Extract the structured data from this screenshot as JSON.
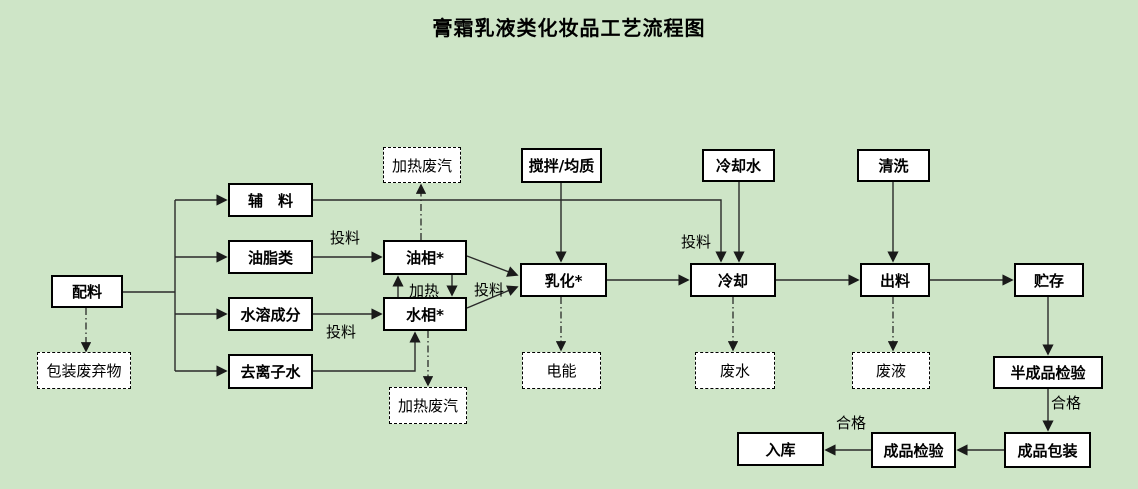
{
  "title": "膏霜乳液类化妆品工艺流程图",
  "colors": {
    "background": "#cee5c7",
    "box_fill": "#ffffff",
    "box_border": "#000000",
    "connector": "#2a2a2a"
  },
  "nodes": {
    "peiliao": "配料",
    "baozhuang_feiqiwu": "包装废弃物",
    "fuliao": "辅　料",
    "youzhilei": "油脂类",
    "shuirong_chengfen": "水溶成分",
    "qulizi_shui": "去离子水",
    "jiare_feiqi_top": "加热废汽",
    "jiaoban_junzhi": "搅拌/均质",
    "youxiang": "油相*",
    "shuixiang": "水相*",
    "ruhua": "乳化*",
    "dianneng": "电能",
    "jiare_feiqi_bottom": "加热废汽",
    "lengqueshui": "冷却水",
    "qingxi": "清洗",
    "lengque": "冷却",
    "chuliao": "出料",
    "feishui": "废水",
    "feiye": "废液",
    "zhucun": "贮存",
    "banchengpin_jianyan": "半成品检验",
    "chengpin_baozhuang": "成品包装",
    "chengpin_jianyan": "成品检验",
    "ruku": "入库"
  },
  "edge_labels": {
    "touliao_youzhilei": "投料",
    "touliao_shuirong": "投料",
    "jiare": "加热",
    "touliao_ruhua": "投料",
    "touliao_lengque": "投料",
    "hege_banchengpin": "合格",
    "hege_chengpin": "合格"
  }
}
